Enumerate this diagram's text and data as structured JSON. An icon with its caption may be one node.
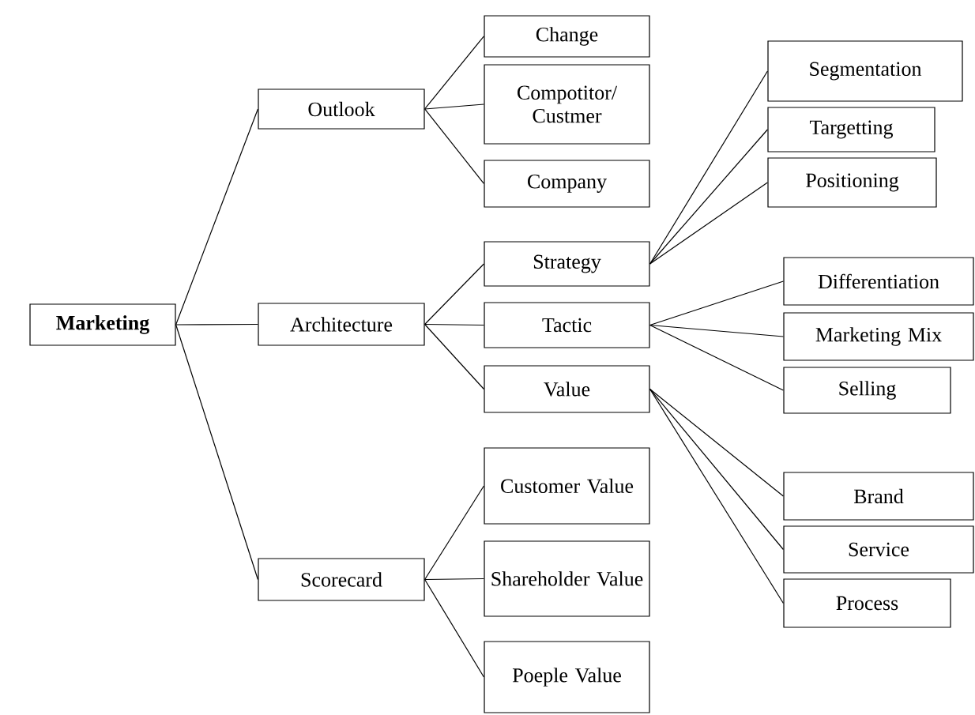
{
  "diagram": {
    "nodes": [
      {
        "text": [
          "Marketing"
        ]
      },
      {
        "text": [
          "Outlook"
        ]
      },
      {
        "text": [
          "Architecture"
        ]
      },
      {
        "text": [
          "Scorecard"
        ]
      },
      {
        "text": [
          "Change"
        ]
      },
      {
        "text": [
          "Compotitor/ Custmer"
        ]
      },
      {
        "text": [
          "Company"
        ]
      },
      {
        "text": [
          "Strategy"
        ]
      },
      {
        "text": [
          "Tactic"
        ]
      },
      {
        "text": [
          "Value"
        ]
      },
      {
        "text": [
          "Customer Value"
        ]
      },
      {
        "text": [
          "Shareholder Value"
        ]
      },
      {
        "text": [
          "Poeple Value"
        ]
      },
      {
        "text": [
          "Segmentation"
        ]
      },
      {
        "text": [
          "Targetting"
        ]
      },
      {
        "text": [
          "Positioning"
        ]
      },
      {
        "text": [
          "Differentiation"
        ]
      },
      {
        "text": [
          "Marketing Mix"
        ]
      },
      {
        "text": [
          "Selling"
        ]
      },
      {
        "text": [
          "Brand"
        ]
      },
      {
        "text": [
          "Service"
        ]
      },
      {
        "text": [
          "Process"
        ]
      }
    ],
    "edges": [
      {
        "from": 0,
        "to": 1,
        "arrow": "none"
      },
      {
        "from": 0,
        "to": 2,
        "arrow": "none"
      },
      {
        "from": 0,
        "to": 3,
        "arrow": "none"
      },
      {
        "from": 1,
        "to": 4,
        "arrow": "none"
      },
      {
        "from": 1,
        "to": 5,
        "arrow": "none"
      },
      {
        "from": 1,
        "to": 6,
        "arrow": "none"
      },
      {
        "from": 2,
        "to": 7,
        "arrow": "none"
      },
      {
        "from": 2,
        "to": 8,
        "arrow": "none"
      },
      {
        "from": 2,
        "to": 9,
        "arrow": "none"
      },
      {
        "from": 3,
        "to": 10,
        "arrow": "none"
      },
      {
        "from": 3,
        "to": 11,
        "arrow": "none"
      },
      {
        "from": 3,
        "to": 12,
        "arrow": "none"
      },
      {
        "from": 7,
        "to": 13,
        "arrow": "none"
      },
      {
        "from": 7,
        "to": 14,
        "arrow": "none"
      },
      {
        "from": 7,
        "to": 15,
        "arrow": "none"
      },
      {
        "from": 8,
        "to": 16,
        "arrow": "none"
      },
      {
        "from": 8,
        "to": 17,
        "arrow": "none"
      },
      {
        "from": 8,
        "to": 18,
        "arrow": "none"
      },
      {
        "from": 9,
        "to": 19,
        "arrow": "none"
      },
      {
        "from": 9,
        "to": 20,
        "arrow": "none"
      },
      {
        "from": 9,
        "to": 21,
        "arrow": "none"
      }
    ]
  }
}
